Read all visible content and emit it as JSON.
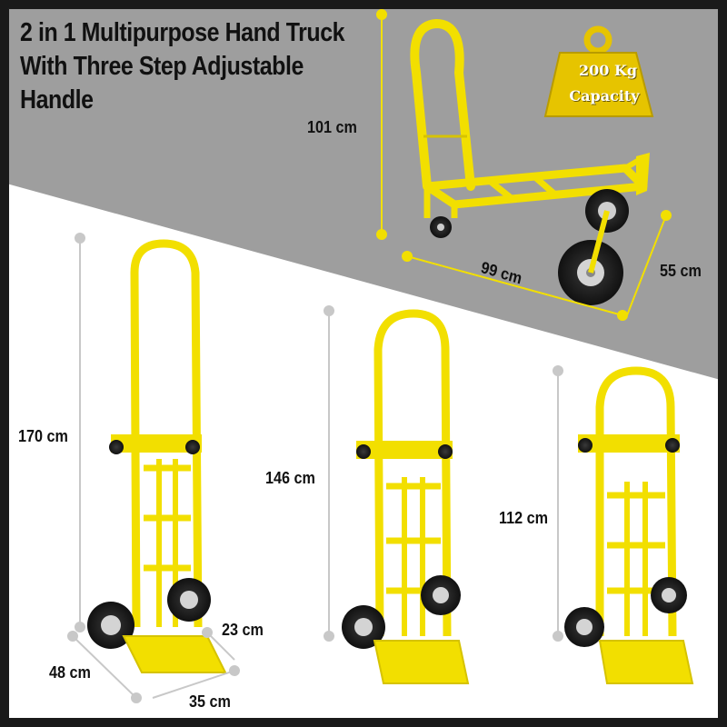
{
  "title": {
    "line1": "2 in 1 Multipurpose Hand Truck",
    "line2": "With Three Step Adjustable",
    "line3": "Handle"
  },
  "badge": {
    "weight": "200 Kg",
    "label": "Capacity"
  },
  "dimensions": {
    "platform_height": "101 cm",
    "platform_length": "99 cm",
    "platform_width": "55 cm",
    "tall_height": "170 cm",
    "medium_height": "146 cm",
    "short_height": "112 cm",
    "base_width": "48 cm",
    "base_depth": "35 cm",
    "nose_depth": "23 cm"
  },
  "colors": {
    "accent_yellow": "#f5e600",
    "banner_gray": "#9e9e9e",
    "dimension_line": "#c8c8c8",
    "badge_gold": "#e6c400",
    "frame_border": "#1a1a1a"
  }
}
